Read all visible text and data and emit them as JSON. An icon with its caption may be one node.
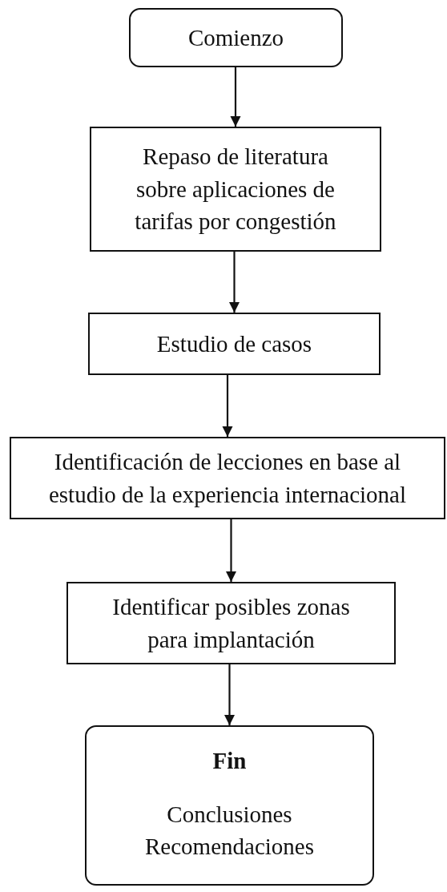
{
  "diagram": {
    "nodes": [
      {
        "text": [
          "Comienzo"
        ]
      },
      {
        "text": [
          "Repaso de literatura sobre aplicaciones de tarifas por congestión"
        ]
      },
      {
        "text": [
          "Estudio de casos"
        ]
      },
      {
        "text": [
          "Identificación de lecciones en base al estudio de la experiencia internacional"
        ]
      },
      {
        "text": [
          "Identificar posibles zonas para implantación"
        ]
      },
      {
        "text": [
          "Fin",
          "Conclusiones Recomendaciones"
        ]
      }
    ],
    "edges": [
      {
        "from": 0,
        "to": 1,
        "arrow": "to"
      },
      {
        "from": 1,
        "to": 2,
        "arrow": "to"
      },
      {
        "from": 2,
        "to": 3,
        "arrow": "to"
      },
      {
        "from": 3,
        "to": 4,
        "arrow": "to"
      },
      {
        "from": 4,
        "to": 5,
        "arrow": "to"
      }
    ]
  }
}
